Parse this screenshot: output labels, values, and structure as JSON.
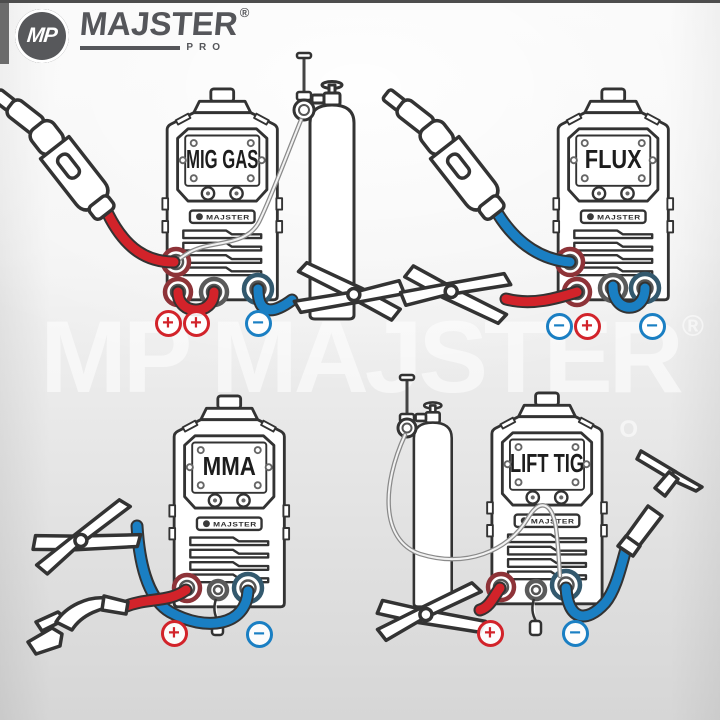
{
  "logo": {
    "monogram": "MP",
    "name": "MAJSTER",
    "registered": "®",
    "subtitle": "PRO"
  },
  "watermark": {
    "monogram": "MP",
    "name": "MAJSTER",
    "registered": "®",
    "subtitle": "PRO"
  },
  "palette": {
    "cable_red": "#d2232a",
    "cable_blue": "#1a7fc3",
    "outline": "#333333",
    "logo_gray": "#57585b",
    "watermark_white": "#ffffff"
  },
  "machines": [
    {
      "label": "MIG GAS",
      "brand": "MAJSTER",
      "terminals": [
        {
          "symbol": "+",
          "polarity": "positive",
          "color": "red"
        },
        {
          "symbol": "+",
          "polarity": "positive",
          "color": "red"
        },
        {
          "symbol": "−",
          "polarity": "negative",
          "color": "blue"
        }
      ]
    },
    {
      "label": "FLUX",
      "brand": "MAJSTER",
      "terminals": [
        {
          "symbol": "−",
          "polarity": "negative",
          "color": "blue"
        },
        {
          "symbol": "+",
          "polarity": "positive",
          "color": "red"
        },
        {
          "symbol": "−",
          "polarity": "negative",
          "color": "blue"
        }
      ]
    },
    {
      "label": "MMA",
      "brand": "MAJSTER",
      "terminals": [
        {
          "symbol": "+",
          "polarity": "positive",
          "color": "red"
        },
        {
          "symbol": "−",
          "polarity": "negative",
          "color": "blue"
        }
      ]
    },
    {
      "label": "LIFT TIG",
      "brand": "MAJSTER",
      "terminals": [
        {
          "symbol": "+",
          "polarity": "positive",
          "color": "red"
        },
        {
          "symbol": "−",
          "polarity": "negative",
          "color": "blue"
        }
      ]
    }
  ]
}
